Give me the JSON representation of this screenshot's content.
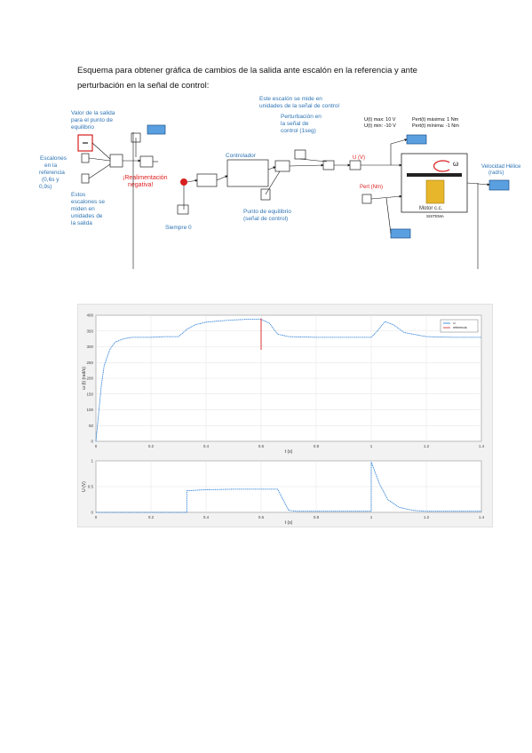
{
  "heading": {
    "line1": "Esquema para obtener gráfica de cambios de la salida ante escalón en la referencia y ante",
    "line2": "perturbación en la señal de control:"
  },
  "diagram": {
    "ann_valor_salida": [
      "Valor de la salida",
      "para el punto de",
      "equilibrio"
    ],
    "ann_escalones_ref": [
      "Escalones",
      "en la",
      "referencia",
      "(0,6s y",
      "0,9s)"
    ],
    "ann_estos_escalones": [
      "Estos",
      "escalones se",
      "miden en",
      "unidades de",
      "la salida"
    ],
    "ann_realimentacion": [
      "¡Realimentación",
      "negativa!"
    ],
    "ann_este_escalon": [
      "Este escalón se mide en",
      "unidades de la señal de control"
    ],
    "ann_perturbacion": [
      "Perturbación en",
      "la señal de",
      "control (1seg)"
    ],
    "ann_controlador": "Controlador",
    "ann_punto_equilibrio": [
      "Punto de equilibrio",
      "(señal de control)"
    ],
    "ann_siempre0": "Siempre 0",
    "ann_ut_max": "U(t) max: 10 V",
    "ann_ut_min": "U(t) min: -10 V",
    "ann_pert_max": "Pert(t) máxima: 1 Nm",
    "ann_pert_min": "Pert(t) mínima: -1 Nm",
    "ann_ut_port": "U (V)",
    "ann_pert_port": "Pert (Nm)",
    "ann_velocidad": [
      "Velocidad Hélice",
      "(rad/s)"
    ],
    "ann_omega": "ω",
    "ann_motor": "Motor c.c.",
    "ann_sistema": "SISTEMA"
  },
  "chart_data": [
    {
      "type": "line",
      "title": "",
      "xlabel": "t (s)",
      "ylabel": "ω (t) (rad/s)",
      "xlim": [
        0,
        1.4
      ],
      "ylim": [
        0,
        400
      ],
      "xticks": [
        "0",
        "0.2",
        "0.4",
        "0.6",
        "0.8",
        "1",
        "1.2",
        "1.4"
      ],
      "yticks": [
        "0",
        "50",
        "100",
        "150",
        "200",
        "250",
        "300",
        "350",
        "400"
      ],
      "grid": true,
      "legend": {
        "position": "top-right",
        "entries": [
          "ω",
          "referencia"
        ]
      },
      "series": [
        {
          "name": "ω",
          "color": "#1f77d4",
          "x": [
            0,
            0.01,
            0.02,
            0.03,
            0.05,
            0.07,
            0.1,
            0.13,
            0.16,
            0.2,
            0.25,
            0.3,
            0.33,
            0.36,
            0.4,
            0.45,
            0.5,
            0.55,
            0.6,
            0.63,
            0.66,
            0.7,
            0.75,
            0.8,
            0.9,
            0.95,
            1.0,
            1.02,
            1.05,
            1.08,
            1.12,
            1.2,
            1.3,
            1.4
          ],
          "y": [
            0,
            90,
            180,
            240,
            290,
            315,
            325,
            330,
            330,
            330,
            332,
            332,
            355,
            370,
            378,
            382,
            385,
            387,
            387,
            375,
            340,
            332,
            331,
            330,
            330,
            330,
            330,
            348,
            380,
            370,
            345,
            332,
            330,
            330
          ]
        },
        {
          "name": "referencia",
          "color": "#d62020",
          "x": [
            0.6,
            0.6
          ],
          "y": [
            290,
            390
          ]
        }
      ]
    },
    {
      "type": "line",
      "title": "",
      "xlabel": "t (s)",
      "ylabel": "U (V)",
      "xlim": [
        0,
        1.4
      ],
      "ylim": [
        0,
        1
      ],
      "xticks": [
        "0",
        "0.2",
        "0.4",
        "0.6",
        "0.8",
        "1",
        "1.2",
        "1.4"
      ],
      "yticks": [
        "0",
        "0.5",
        "1"
      ],
      "grid": true,
      "series": [
        {
          "name": "U",
          "color": "#1f77d4",
          "x": [
            0,
            0.33,
            0.33,
            0.4,
            0.5,
            0.6,
            0.66,
            0.7,
            0.73,
            0.8,
            0.9,
            0.99,
            1.0,
            1.0,
            1.03,
            1.06,
            1.1,
            1.15,
            1.2,
            1.3,
            1.4
          ],
          "y": [
            0,
            0,
            0.42,
            0.44,
            0.45,
            0.45,
            0.45,
            0.04,
            0.02,
            0.02,
            0.02,
            0.02,
            0.02,
            0.98,
            0.55,
            0.25,
            0.1,
            0.04,
            0.02,
            0.02,
            0.02
          ]
        }
      ]
    }
  ]
}
